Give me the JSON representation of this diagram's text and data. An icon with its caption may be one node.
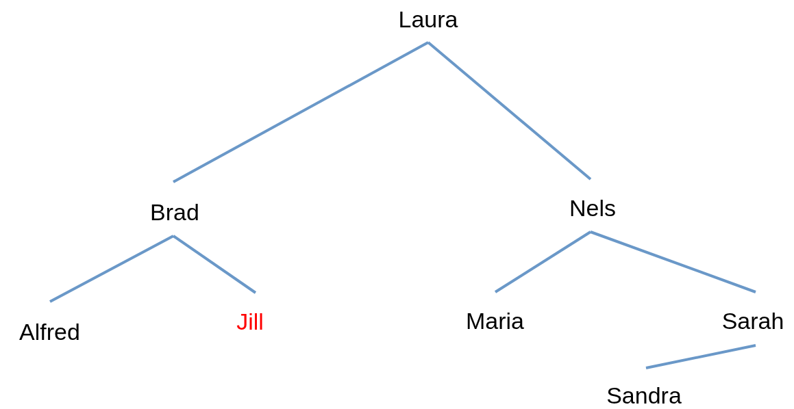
{
  "diagram": {
    "nodes": [
      {
        "text": [
          "Laura"
        ]
      },
      {
        "text": [
          "Brad"
        ]
      },
      {
        "text": [
          "Nels"
        ]
      },
      {
        "text": [
          "Alfred"
        ]
      },
      {
        "text": [
          "Jill"
        ]
      },
      {
        "text": [
          "Maria"
        ]
      },
      {
        "text": [
          "Sarah"
        ]
      },
      {
        "text": [
          "Sandra"
        ]
      }
    ],
    "edges": [
      {
        "from": 0,
        "to": 1,
        "arrow": "none"
      },
      {
        "from": 0,
        "to": 2,
        "arrow": "none"
      },
      {
        "from": 1,
        "to": 3,
        "arrow": "none"
      },
      {
        "from": 1,
        "to": 4,
        "arrow": "none"
      },
      {
        "from": 2,
        "to": 5,
        "arrow": "none"
      },
      {
        "from": 2,
        "to": 6,
        "arrow": "none"
      },
      {
        "from": 6,
        "to": 7,
        "arrow": "none"
      }
    ]
  }
}
